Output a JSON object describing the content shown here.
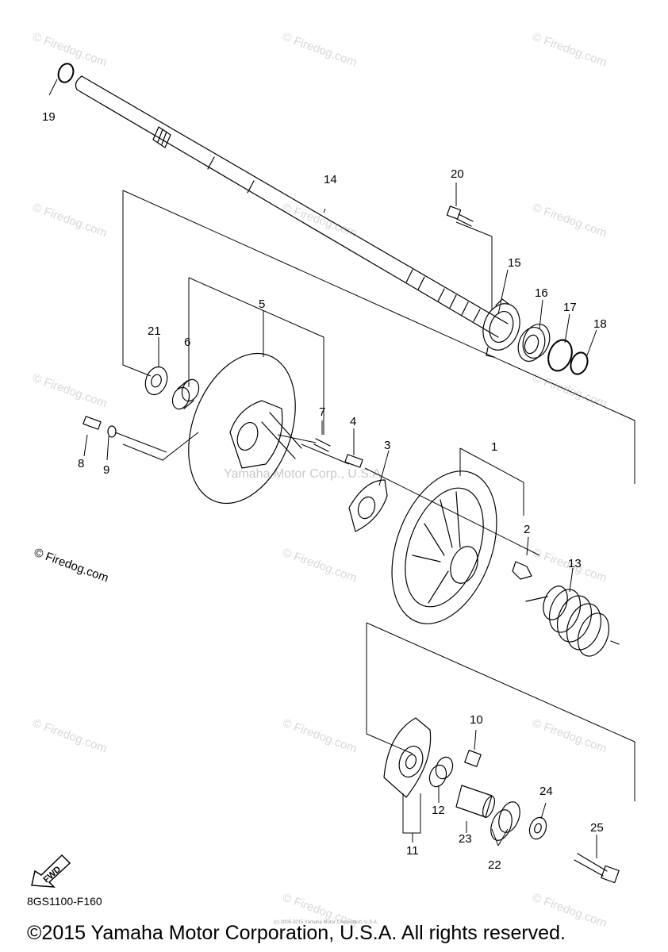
{
  "watermark": {
    "text": "© Firedog.com",
    "center_text": "Yamaha Motor Corp., U.S.A.",
    "side_text": "© Firedog.com",
    "tiny_text": "(c) 2005-2015 Yamaha Motor Corporation, U.S.A."
  },
  "callouts": [
    "1",
    "2",
    "3",
    "4",
    "5",
    "6",
    "7",
    "8",
    "9",
    "10",
    "11",
    "12",
    "13",
    "14",
    "15",
    "16",
    "17",
    "18",
    "19",
    "20",
    "21",
    "22",
    "23",
    "24",
    "25"
  ],
  "diagram_code": "8GS1100-F160",
  "fwd_label": "FWD",
  "copyright": "©2015 Yamaha Motor Corporation, U.S.A. All rights reserved."
}
